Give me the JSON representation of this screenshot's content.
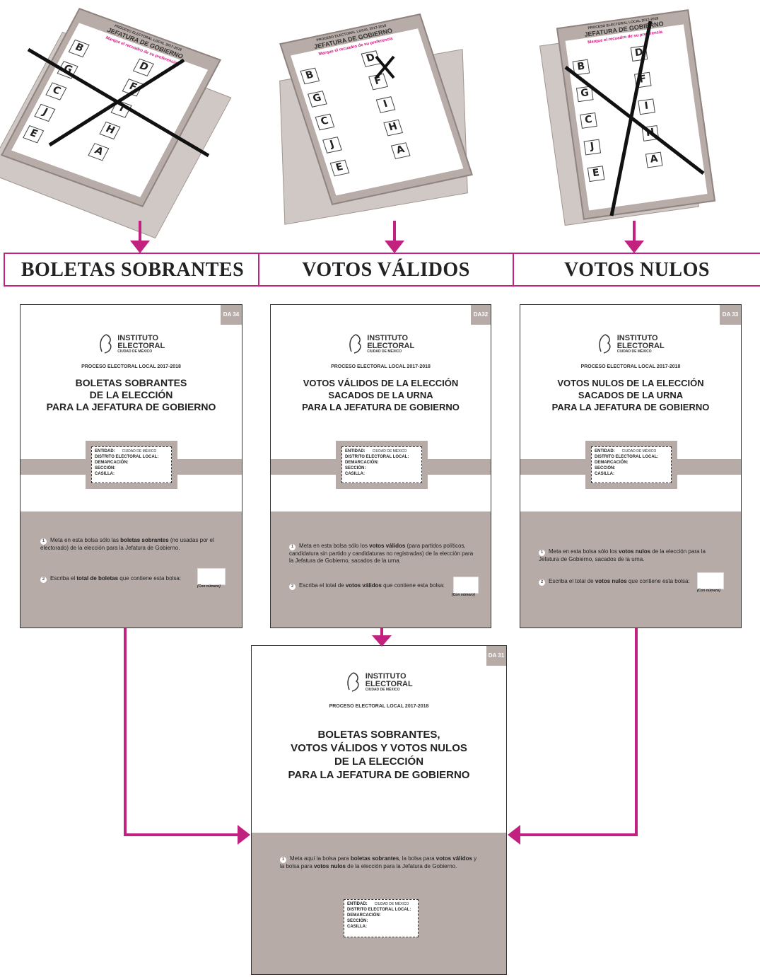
{
  "ballot": {
    "process": "PROCESO ELECTORAL LOCAL 2017-2018",
    "title": "JEFATURA DE GOBIERNO",
    "instruction": "Marque el recuadro de su preferencia",
    "letters": [
      "B",
      "D",
      "G",
      "F",
      "C",
      "I",
      "J",
      "H",
      "E",
      "A"
    ]
  },
  "headers": {
    "sobrantes": "BOLETAS SOBRANTES",
    "validos": "VOTOS VÁLIDOS",
    "nulos": "VOTOS NULOS"
  },
  "logo": {
    "line1": "INSTITUTO",
    "line2": "ELECTORAL",
    "line3": "CIUDAD DE MÉXICO"
  },
  "process": "PROCESO ELECTORAL LOCAL 2017-2018",
  "id_fields": {
    "entidad": "ENTIDAD:",
    "entidad_value": "CIUDAD DE MÉXICO",
    "distrito": "DISTRITO ELECTORAL LOCAL:",
    "demarcacion": "DEMARCACIÓN:",
    "seccion": "SECCIÓN:",
    "casilla": "CASILLA:"
  },
  "con_numero": "(Con número)",
  "bags": {
    "da34": {
      "tag": "DA 34",
      "title": "BOLETAS SOBRANTES\nDE LA ELECCIÓN\nPARA LA JEFATURA DE GOBIERNO",
      "step1_pre": "Meta en esta bolsa sólo las ",
      "step1_bold": "boletas sobrantes",
      "step1_post": " (no usadas por el electorado) de la elección para la Jefatura de Gobierno.",
      "step2_pre": "Escriba el ",
      "step2_bold": "total de boletas",
      "step2_post": " que contiene esta bolsa:"
    },
    "da32": {
      "tag": "DA32",
      "title": "VOTOS VÁLIDOS DE LA ELECCIÓN\nSACADOS DE LA URNA\nPARA LA JEFATURA DE GOBIERNO",
      "step1_pre": "Meta en esta bolsa sólo los ",
      "step1_bold": "votos válidos",
      "step1_post": " (para partidos políticos, candidatura sin partido y candidaturas no registradas) de la elección para la Jefatura de Gobierno, sacados de la urna.",
      "step2_pre": "Escriba el total de ",
      "step2_bold": "votos válidos",
      "step2_post": " que contiene esta bolsa:"
    },
    "da33": {
      "tag": "DA 33",
      "title": "VOTOS NULOS DE LA ELECCIÓN\nSACADOS DE LA URNA\nPARA LA JEFATURA DE GOBIERNO",
      "step1_pre": "Meta en esta bolsa sólo los ",
      "step1_bold": "votos nulos",
      "step1_post": " de la elección para la Jefatura de Gobierno, sacados de la urna.",
      "step2_pre": "Escriba el total de ",
      "step2_bold": "votos nulos",
      "step2_post": " que contiene esta bolsa:"
    },
    "da31": {
      "tag": "DA 31",
      "title": "BOLETAS SOBRANTES,\nVOTOS VÁLIDOS Y VOTOS NULOS\nDE LA ELECCIÓN\nPARA LA JEFATURA DE GOBIERNO",
      "step1_a": "Meta aquí la bolsa para ",
      "step1_b": "boletas sobrantes",
      "step1_c": ", la bolsa para ",
      "step1_d": "votos válidos",
      "step1_e": " y la bolsa para ",
      "step1_f": "votos nulos",
      "step1_g": " de la elección para la Jefatura de Gobierno."
    }
  },
  "colors": {
    "accent": "#c2227f",
    "band": "#b6aba7"
  }
}
